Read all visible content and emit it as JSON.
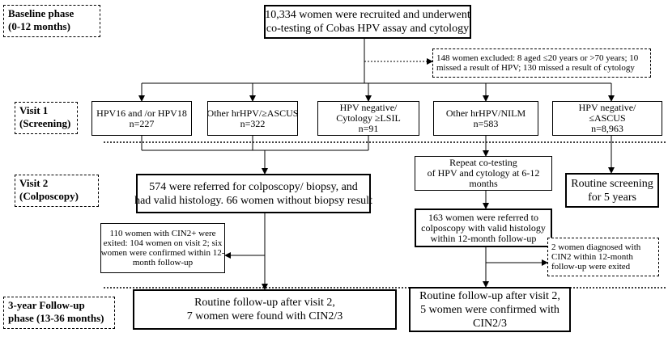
{
  "phases": {
    "baseline": [
      "Baseline phase",
      "(0-12 months)"
    ],
    "visit1": [
      "Visit 1",
      "(Screening)"
    ],
    "visit2": [
      "Visit 2",
      "(Colposcopy)"
    ],
    "followup": [
      "3-year Follow-up",
      "phase (13-36 months)"
    ]
  },
  "nodes": {
    "recruited": [
      "10,334 women were recruited and underwent",
      "co-testing of Cobas HPV assay and cytology"
    ],
    "excluded": [
      "148 women excluded:  8 aged ≤20 years or >70 years; 10",
      "missed a result of HPV;  130 missed a result of cytology"
    ],
    "hpv16_18": [
      "HPV16 and /or HPV18",
      "n=227"
    ],
    "other_ascus": [
      "Other hrHPV/≥ASCUS",
      "n=322"
    ],
    "hpv_neg_lsil": [
      "HPV negative/",
      "Cytology ≥LSIL",
      "n=91"
    ],
    "other_nilm": [
      "Other hrHPV/NILM",
      "n=583"
    ],
    "hpv_neg_ascus": [
      "HPV negative/",
      "≤ASCUS",
      "n=8,963"
    ],
    "referred_574": [
      "574 were referred for colposcopy/ biopsy, and",
      "had valid histology. 66 women without biopsy result"
    ],
    "repeat_cotesting": [
      "Repeat co-testing",
      "of HPV and cytology at 6-12",
      "months"
    ],
    "routine_5yr": [
      "Routine screening",
      "for 5 years"
    ],
    "exited_110": [
      "110 women with CIN2+ were",
      "exited: 104 women on visit 2; six",
      "women were confirmed within 12-",
      "month follow-up"
    ],
    "referred_163": [
      "163 women were referred to",
      "colposcopy with valid histology",
      "within 12-month follow-up"
    ],
    "diagnosed_2": [
      "2 women diagnosed with",
      "CIN2 within 12-month",
      "follow-up  were exited"
    ],
    "followup_7": [
      "Routine follow-up after visit 2,",
      "7 women were found with CIN2/3"
    ],
    "followup_5": [
      "Routine follow-up after visit 2,",
      "5 women were confirmed with",
      "CIN2/3"
    ]
  }
}
